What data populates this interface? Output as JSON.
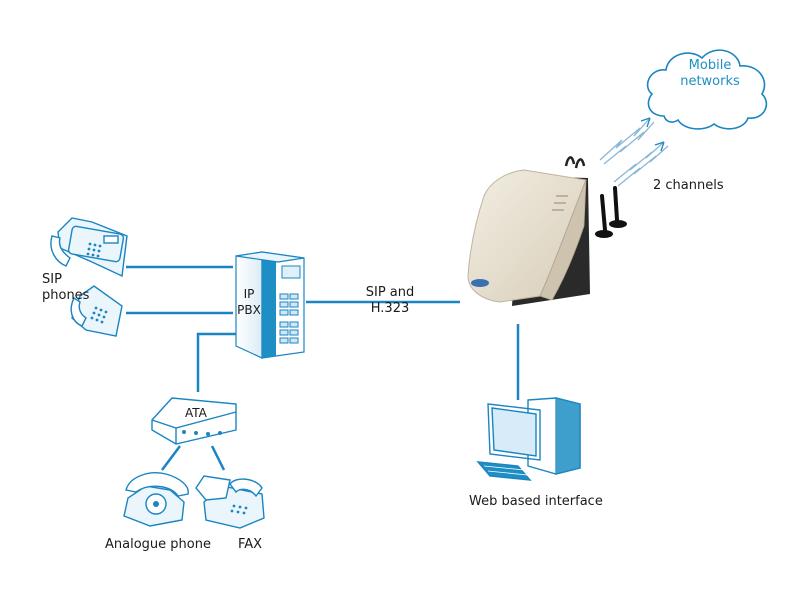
{
  "labels": {
    "sip_phones": "SIP\nphones",
    "ip_pbx": "IP\nPBX",
    "sip_h323": "SIP and\nH.323",
    "ata": "ATA",
    "analogue_phone": "Analogue phone",
    "fax": "FAX",
    "web_interface": "Web based interface",
    "channels": "2 channels",
    "mobile_networks": "Mobile\nnetworks"
  },
  "icons": {
    "sip_phone_1": "desk-ip-phone-icon",
    "sip_phone_2": "desk-ip-phone-icon",
    "ip_pbx": "server-tower-icon",
    "ata": "ata-adapter-icon",
    "analogue_phone": "rotary-phone-icon",
    "fax": "fax-machine-icon",
    "gateway": "gsm-gateway-icon",
    "computer": "desktop-computer-icon",
    "cloud": "cloud-icon",
    "signal": "lightning-signal-icon"
  },
  "colors": {
    "line": "#1a85c2",
    "icon_stroke": "#1a85c2",
    "icon_fill": "#e6f3fb",
    "text_blue": "#1d8fc4",
    "gateway_body": "#e8e1d2"
  }
}
